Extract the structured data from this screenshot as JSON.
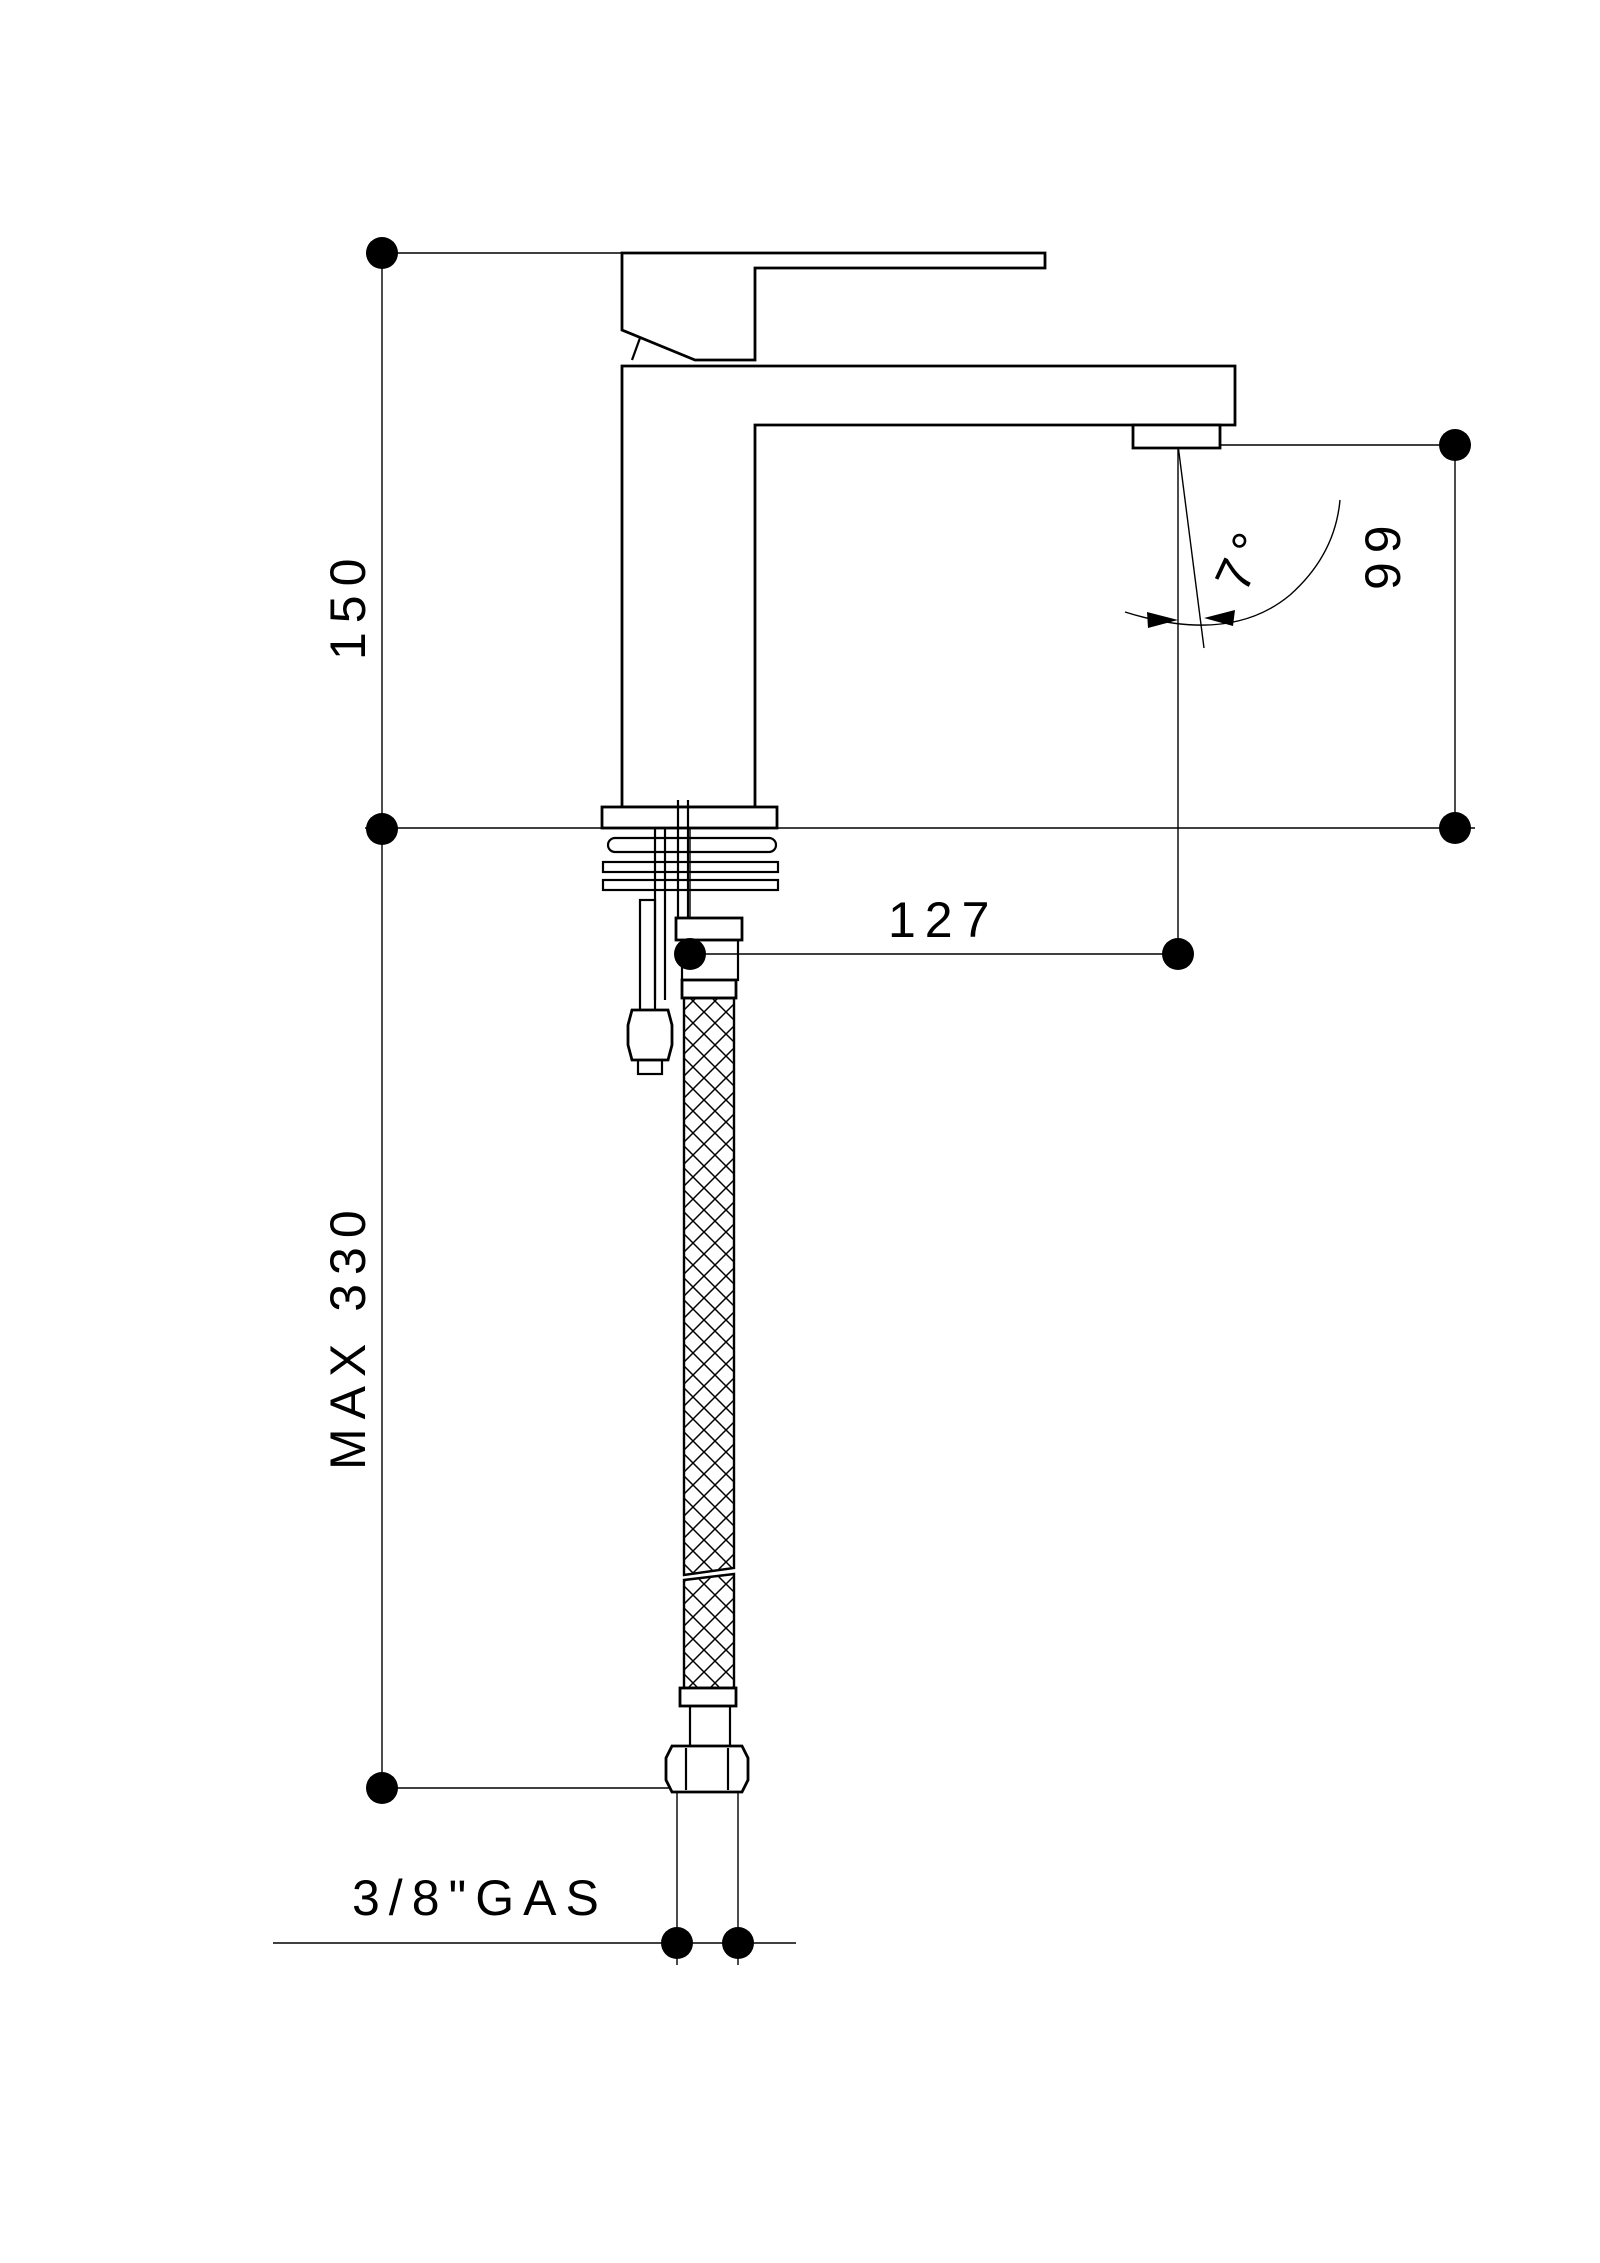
{
  "drawing": {
    "dimensions": {
      "total_height": "150",
      "hose_length": "MAX 330",
      "spout_reach": "127",
      "spout_height": "99",
      "spout_angle": "7°",
      "thread": "3/8\"GAS"
    },
    "colors": {
      "ink": "#000000",
      "background": "#ffffff"
    }
  }
}
